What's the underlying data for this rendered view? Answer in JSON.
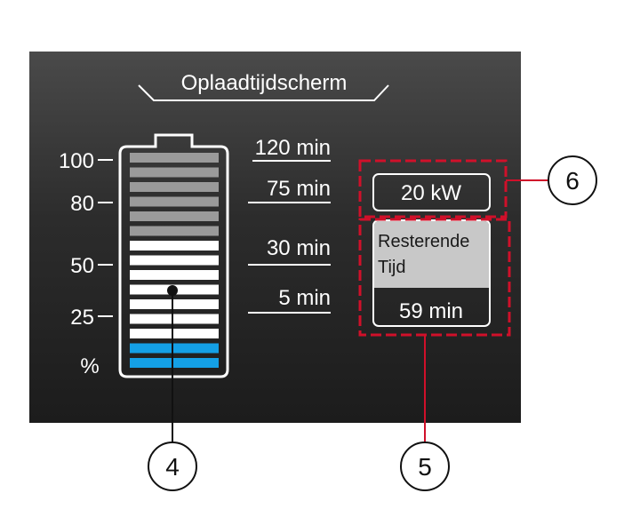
{
  "screen": {
    "title": "Oplaadtijdscherm",
    "percent_unit": "%",
    "percent_ticks": [
      "100",
      "80",
      "50",
      "25"
    ],
    "time_labels": [
      "120 min",
      "75 min",
      "30 min",
      "5 min"
    ],
    "power": "20 kW",
    "remaining_label_line1": "Resterende",
    "remaining_label_line2": "Tijd",
    "remaining_value": "59 min",
    "charge_level_percent": 15
  },
  "callouts": {
    "battery": "4",
    "remaining_group": "5",
    "power_group": "6"
  },
  "colors": {
    "screen_bg": "#222222",
    "charged_segment": "#14a0e6",
    "empty_segment": "#ffffff",
    "upper_segment": "#9a9a9a",
    "marker_red": "#d0102a",
    "info_panel": "#c8c8c8"
  }
}
